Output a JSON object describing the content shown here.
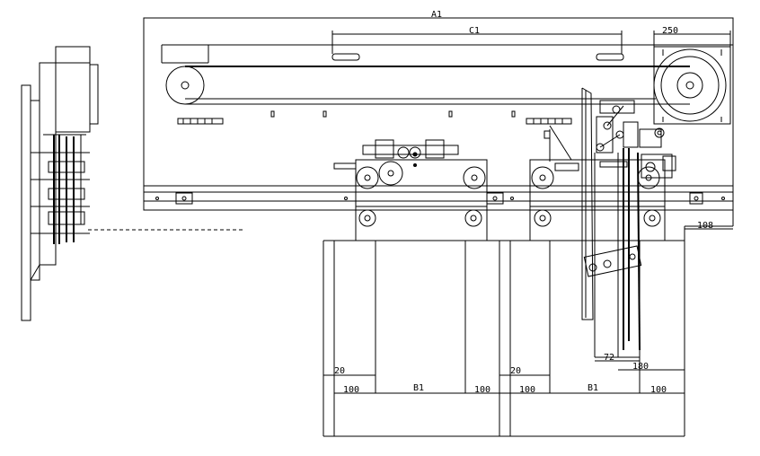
{
  "drawing": {
    "dimension_labels": {
      "a1": "A1",
      "c1": "C1",
      "d250": "250",
      "d108": "108",
      "d72": "72",
      "d180": "180",
      "d20_left": "20",
      "d20_right": "20",
      "d100_1": "100",
      "b1_left": "B1",
      "d100_2": "100",
      "d100_3": "100",
      "b1_right": "B1",
      "d100_4": "100"
    }
  }
}
